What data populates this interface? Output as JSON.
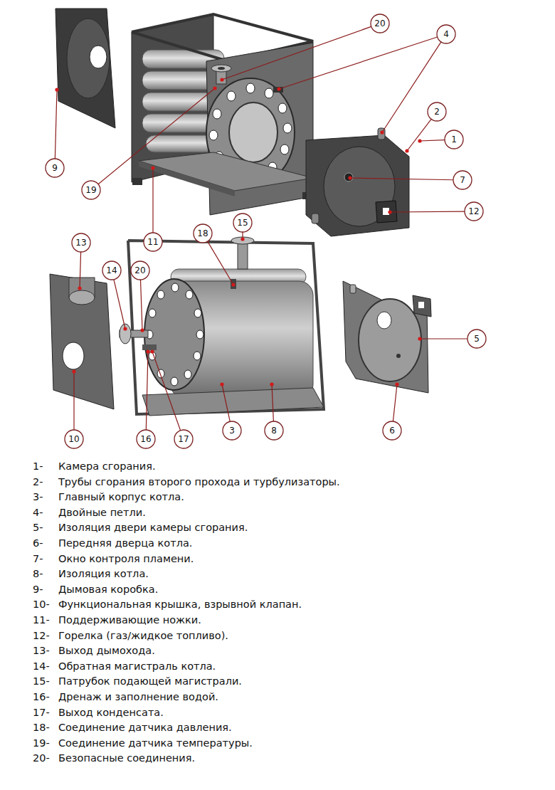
{
  "diagram": {
    "labels": [
      "20",
      "4",
      "2",
      "1",
      "7",
      "12",
      "9",
      "19",
      "11",
      "13",
      "18",
      "15",
      "14",
      "20",
      "5",
      "10",
      "16",
      "17",
      "3",
      "8",
      "6",
      "1-",
      "Камера сгорания.",
      "2-",
      "Трубы сгорания второго прохода и турбулизаторы.",
      "3-",
      "Главный корпус котла.",
      "4-",
      "Двойные петли.",
      "5-",
      "Изоляция двери камеры сгорания.",
      "6-",
      "Передняя дверца котла.",
      "7-",
      "Окно контроля пламени.",
      "8-",
      "Изоляция котла.",
      "9-",
      "Дымовая коробка.",
      "10-",
      "Функциональная крышка, взрывной клапан.",
      "11-",
      "Поддерживающие ножки.",
      "12-",
      "Горелка (газ/жидкое топливо).",
      "13-",
      "Выход дымохода.",
      "14-",
      "Обратная магистраль котла.",
      "15-",
      "Патрубок подающей магистрали.",
      "16-",
      "Дренаж и заполнение водой.",
      "17-",
      "Выход конденсата.",
      "18-",
      "Соединение датчика давления.",
      "19-",
      "Соединение датчика температуры.",
      "20-",
      "Безопасные соединения."
    ]
  }
}
